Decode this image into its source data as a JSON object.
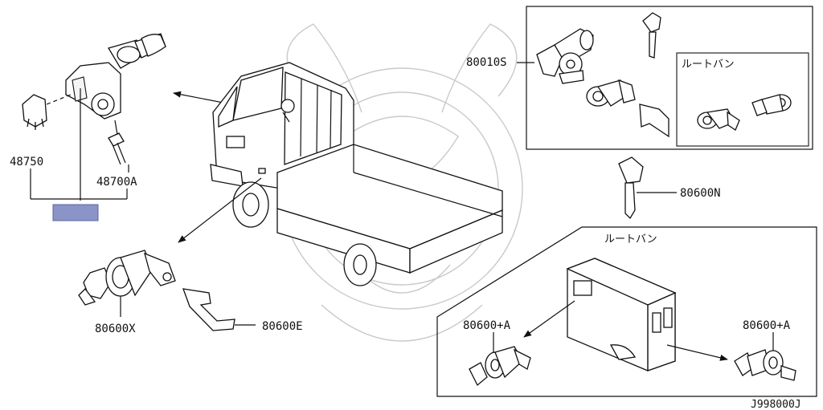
{
  "parts": {
    "p80010S": "80010S",
    "p48750": "48750",
    "p48700A": "48700A",
    "p80600N": "80600N",
    "p80600X": "80600X",
    "p80600E": "80600E",
    "p80600A_left": "80600+A",
    "p80600A_right": "80600+A"
  },
  "labels": {
    "route_van_top": "ルートバン",
    "route_van_bottom": "ルートバン"
  },
  "diagram_code": "J998000J",
  "colors": {
    "highlight_fill": "#8a94c6",
    "line": "#111111",
    "watermark": "#c9c9c9"
  }
}
